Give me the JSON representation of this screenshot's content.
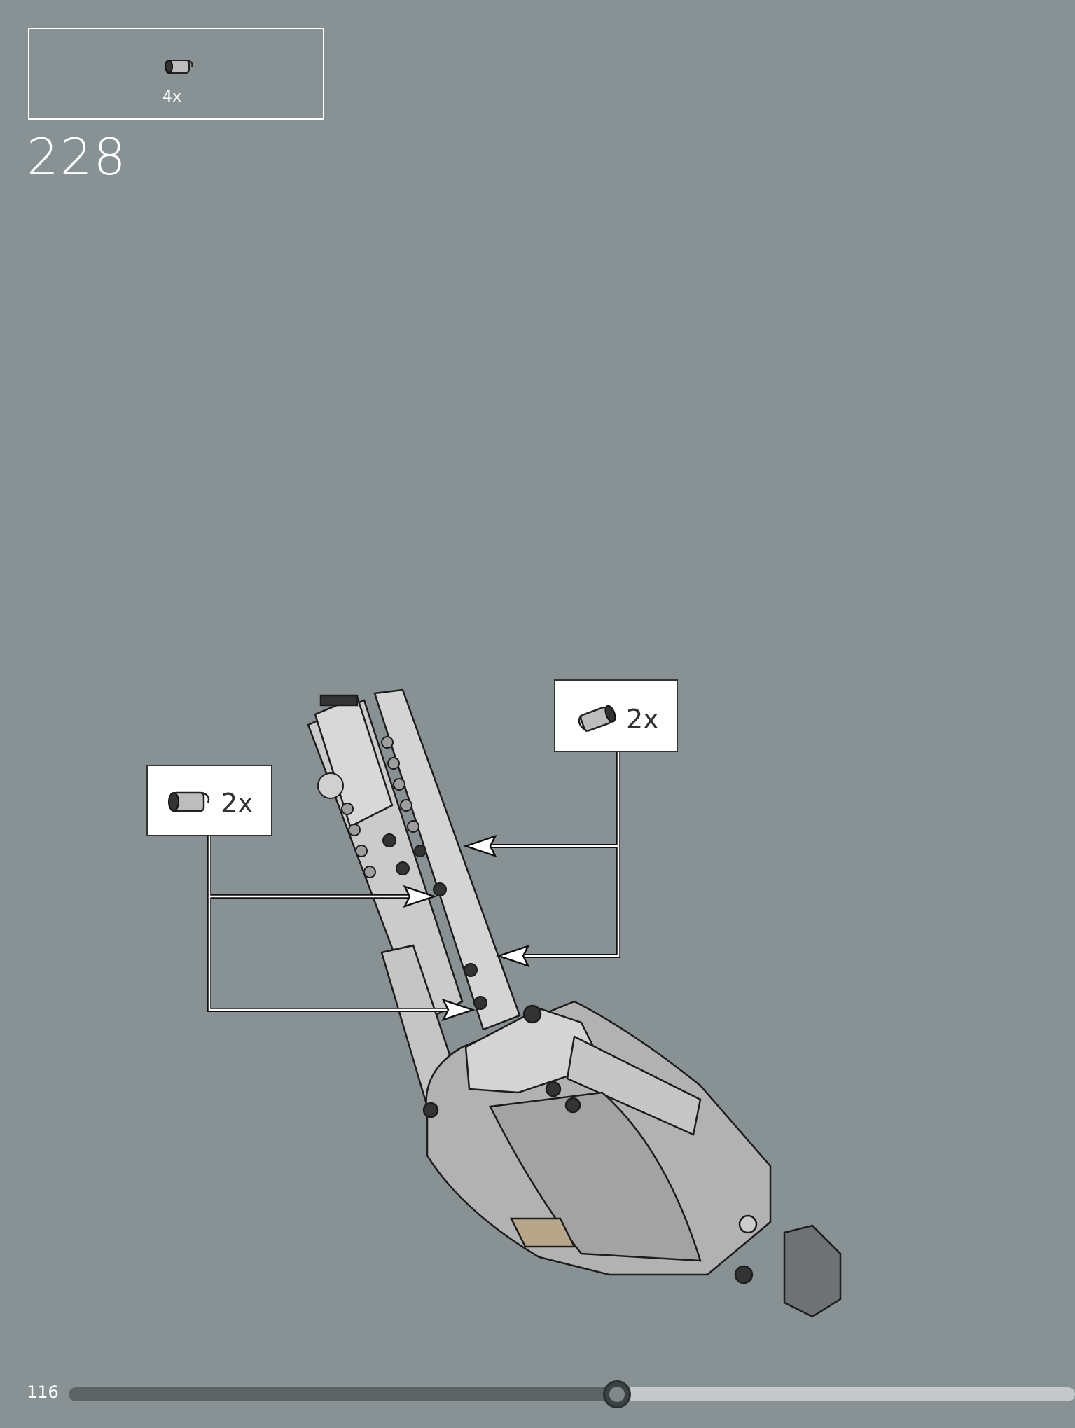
{
  "parts_list": {
    "quantity": "4x",
    "part_icon": "technic-pin-icon"
  },
  "step": {
    "number": "228"
  },
  "callouts": [
    {
      "quantity": "2x",
      "part_icon": "technic-pin-icon"
    },
    {
      "quantity": "2x",
      "part_icon": "technic-pin-icon"
    }
  ],
  "footer": {
    "page_number": "116",
    "progress_fraction": 0.545
  },
  "colors": {
    "background": "#889193",
    "frame": "#ffffff",
    "model_light": "#cfcfcf",
    "model_dark": "#6e7275"
  }
}
